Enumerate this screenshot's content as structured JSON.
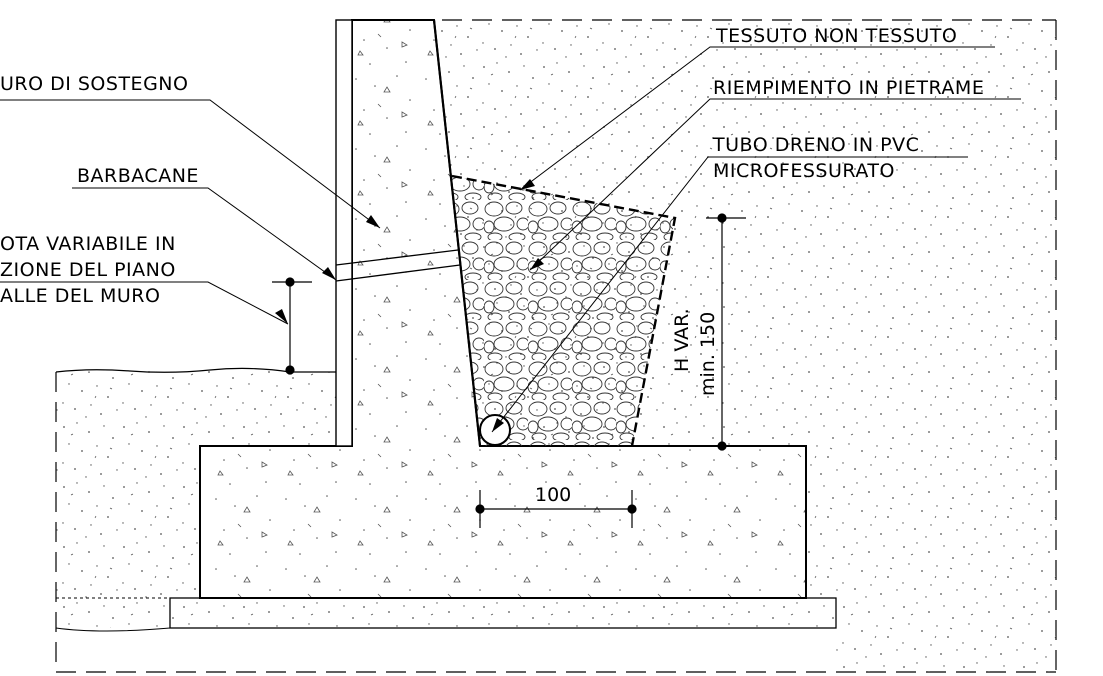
{
  "labels": {
    "muro_di_sostegno": "URO DI SOSTEGNO",
    "barbacane": "BARBACANE",
    "quota_line1": "OTA VARIABILE IN",
    "quota_line2": "ZIONE DEL PIANO",
    "quota_line3": "ALLE DEL MURO",
    "tessuto_non_tessuto": "TESSUTO NON TESSUTO",
    "riempimento": "RIEMPIMENTO IN PIETRAME",
    "tubo_line1": "TUBO DRENO IN PVC",
    "tubo_line2": "MICROFESSURATO"
  },
  "dimensions": {
    "width_label": "100",
    "height_label1": "H VAR.",
    "height_label2": "min. 150"
  },
  "colors": {
    "line": "#000000",
    "hatch": "#333333",
    "background": "#ffffff"
  }
}
